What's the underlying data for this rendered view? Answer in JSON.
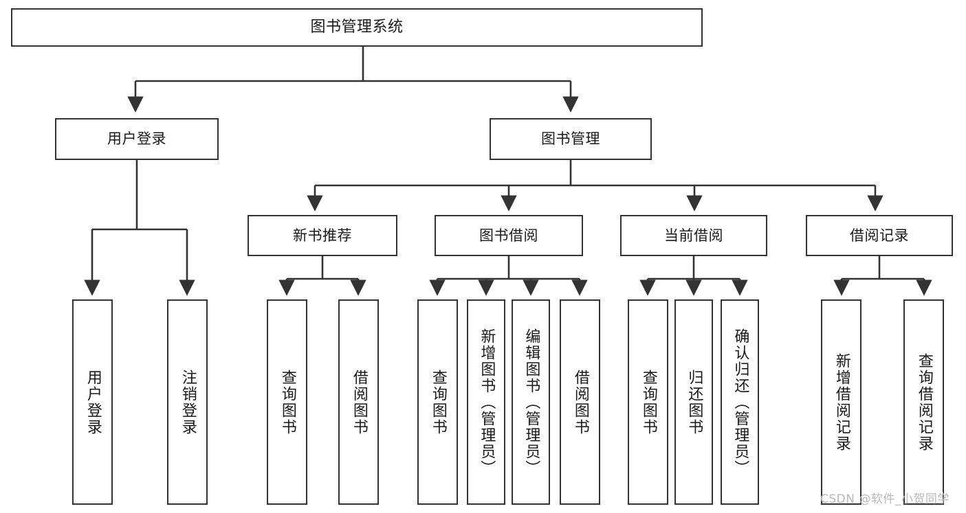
{
  "diagram": {
    "type": "hierarchical-flowchart",
    "title": "图书管理系统",
    "background_color": "#ffffff",
    "line_color": "#333333",
    "text_color": "#1a1a1a",
    "root": {
      "id": "root",
      "label": "图书管理系统"
    },
    "level2": [
      {
        "id": "user-login",
        "label": "用户登录"
      },
      {
        "id": "book-manage",
        "label": "图书管理"
      }
    ],
    "level3": [
      {
        "id": "new-book-rec",
        "label": "新书推荐",
        "parent": "book-manage"
      },
      {
        "id": "book-borrow",
        "label": "图书借阅",
        "parent": "book-manage"
      },
      {
        "id": "current-borrow",
        "label": "当前借阅",
        "parent": "book-manage"
      },
      {
        "id": "borrow-record",
        "label": "借阅记录",
        "parent": "book-manage"
      }
    ],
    "leaves": [
      {
        "id": "leaf-user-login",
        "label": "用户登录",
        "parent": "user-login"
      },
      {
        "id": "leaf-logout",
        "label": "注销登录",
        "parent": "user-login"
      },
      {
        "id": "leaf-query-book-1",
        "label": "查询图书",
        "parent": "new-book-rec"
      },
      {
        "id": "leaf-borrow-book-1",
        "label": "借阅图书",
        "parent": "new-book-rec"
      },
      {
        "id": "leaf-query-book-2",
        "label": "查询图书",
        "parent": "book-borrow"
      },
      {
        "id": "leaf-add-book",
        "label": "新增图书（管理员）",
        "parent": "book-borrow"
      },
      {
        "id": "leaf-edit-book",
        "label": "编辑图书（管理员）",
        "parent": "book-borrow"
      },
      {
        "id": "leaf-borrow-book-2",
        "label": "借阅图书",
        "parent": "book-borrow"
      },
      {
        "id": "leaf-query-book-3",
        "label": "查询图书",
        "parent": "current-borrow"
      },
      {
        "id": "leaf-return-book",
        "label": "归还图书",
        "parent": "current-borrow"
      },
      {
        "id": "leaf-confirm-return",
        "label": "确认归还（管理员）",
        "parent": "current-borrow"
      },
      {
        "id": "leaf-add-record",
        "label": "新增借阅记录",
        "parent": "borrow-record"
      },
      {
        "id": "leaf-query-record",
        "label": "查询借阅记录",
        "parent": "borrow-record"
      }
    ]
  },
  "watermark": {
    "text": "CSDN @软件_小贺同学"
  }
}
